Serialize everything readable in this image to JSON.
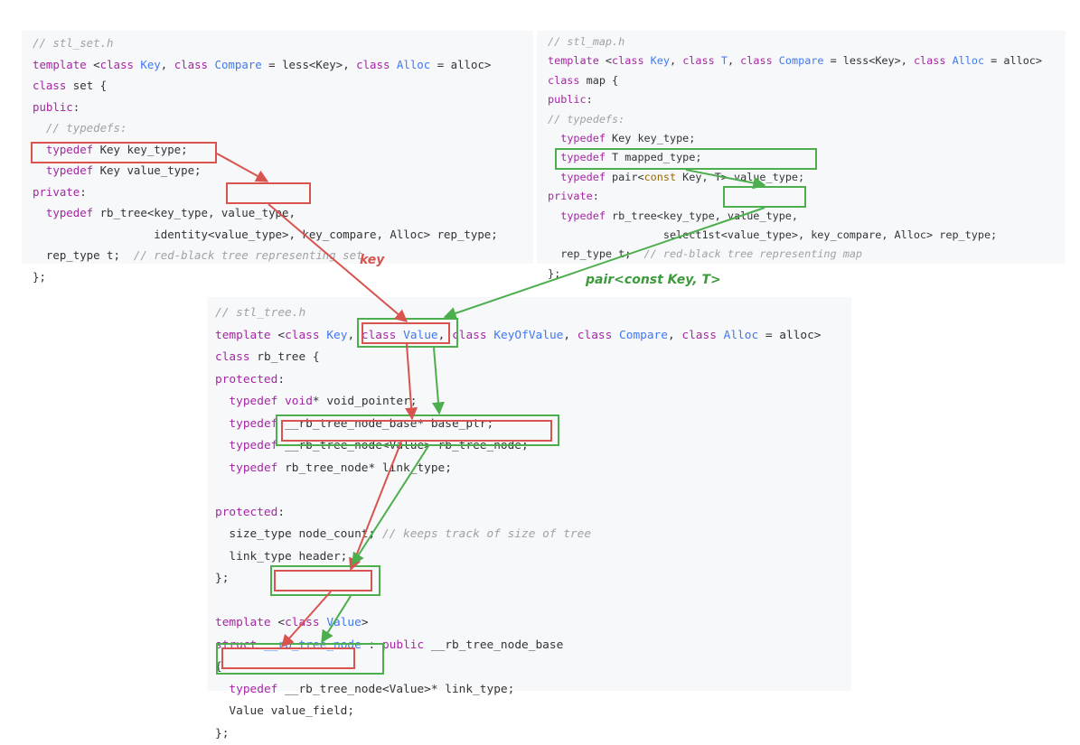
{
  "set_panel": {
    "lines": [
      [
        {
          "t": "// stl_set.h",
          "c": "cm"
        }
      ],
      [
        {
          "t": "template",
          "c": "kw"
        },
        {
          "t": " <"
        },
        {
          "t": "class",
          "c": "kw"
        },
        {
          "t": " "
        },
        {
          "t": "Key",
          "c": "ty"
        },
        {
          "t": ", "
        },
        {
          "t": "class",
          "c": "kw"
        },
        {
          "t": " "
        },
        {
          "t": "Compare",
          "c": "ty"
        },
        {
          "t": " = less<Key>, "
        },
        {
          "t": "class",
          "c": "kw"
        },
        {
          "t": " "
        },
        {
          "t": "Alloc",
          "c": "ty"
        },
        {
          "t": " = alloc>"
        }
      ],
      [
        {
          "t": "class",
          "c": "kw"
        },
        {
          "t": " set {"
        }
      ],
      [
        {
          "t": "public",
          "c": "kw"
        },
        {
          "t": ":"
        }
      ],
      [
        {
          "t": "  // typedefs:",
          "c": "cm"
        }
      ],
      [
        {
          "t": "  "
        },
        {
          "t": "typedef",
          "c": "kw"
        },
        {
          "t": " Key key_type;"
        }
      ],
      [
        {
          "t": "  "
        },
        {
          "t": "typedef",
          "c": "kw"
        },
        {
          "t": " Key value_type;"
        }
      ],
      [
        {
          "t": "private",
          "c": "kw"
        },
        {
          "t": ":"
        }
      ],
      [
        {
          "t": "  "
        },
        {
          "t": "typedef",
          "c": "kw"
        },
        {
          "t": " rb_tree<key_type, value_type,"
        }
      ],
      [
        {
          "t": "                  identity<value_type>, key_compare, Alloc> rep_type;"
        }
      ],
      [
        {
          "t": "  rep_type t;  "
        },
        {
          "t": "// red-black tree representing set",
          "c": "cm"
        }
      ],
      [
        {
          "t": "};"
        }
      ]
    ]
  },
  "map_panel": {
    "lines": [
      [
        {
          "t": "// stl_map.h",
          "c": "cm"
        }
      ],
      [
        {
          "t": "template",
          "c": "kw"
        },
        {
          "t": " <"
        },
        {
          "t": "class",
          "c": "kw"
        },
        {
          "t": " "
        },
        {
          "t": "Key",
          "c": "ty"
        },
        {
          "t": ", "
        },
        {
          "t": "class",
          "c": "kw"
        },
        {
          "t": " "
        },
        {
          "t": "T",
          "c": "ty"
        },
        {
          "t": ", "
        },
        {
          "t": "class",
          "c": "kw"
        },
        {
          "t": " "
        },
        {
          "t": "Compare",
          "c": "ty"
        },
        {
          "t": " = less<Key>, "
        },
        {
          "t": "class",
          "c": "kw"
        },
        {
          "t": " "
        },
        {
          "t": "Alloc",
          "c": "ty"
        },
        {
          "t": " = alloc>"
        }
      ],
      [
        {
          "t": "class",
          "c": "kw"
        },
        {
          "t": " map {"
        }
      ],
      [
        {
          "t": "public",
          "c": "kw"
        },
        {
          "t": ":"
        }
      ],
      [
        {
          "t": "// typedefs:",
          "c": "cm"
        }
      ],
      [
        {
          "t": "  "
        },
        {
          "t": "typedef",
          "c": "kw"
        },
        {
          "t": " Key key_type;"
        }
      ],
      [
        {
          "t": "  "
        },
        {
          "t": "typedef",
          "c": "kw"
        },
        {
          "t": " T mapped_type;"
        }
      ],
      [
        {
          "t": "  "
        },
        {
          "t": "typedef",
          "c": "kw"
        },
        {
          "t": " pair<"
        },
        {
          "t": "const",
          "c": "ty2"
        },
        {
          "t": " Key, T> value_type;"
        }
      ],
      [
        {
          "t": "private",
          "c": "kw"
        },
        {
          "t": ":"
        }
      ],
      [
        {
          "t": "  "
        },
        {
          "t": "typedef",
          "c": "kw"
        },
        {
          "t": " rb_tree<key_type, value_type,"
        }
      ],
      [
        {
          "t": "                  select1st<value_type>, key_compare, Alloc> rep_type;"
        }
      ],
      [
        {
          "t": "  rep_type t;  "
        },
        {
          "t": "// red-black tree representing map",
          "c": "cm"
        }
      ],
      [
        {
          "t": "};"
        }
      ]
    ]
  },
  "tree_panel": {
    "lines": [
      [
        {
          "t": "// stl_tree.h",
          "c": "cm"
        }
      ],
      [
        {
          "t": "template",
          "c": "kw"
        },
        {
          "t": " <"
        },
        {
          "t": "class",
          "c": "kw"
        },
        {
          "t": " "
        },
        {
          "t": "Key",
          "c": "ty"
        },
        {
          "t": ", "
        },
        {
          "t": "class",
          "c": "kw"
        },
        {
          "t": " "
        },
        {
          "t": "Value",
          "c": "ty"
        },
        {
          "t": ", "
        },
        {
          "t": "class",
          "c": "kw"
        },
        {
          "t": " "
        },
        {
          "t": "KeyOfValue",
          "c": "ty"
        },
        {
          "t": ", "
        },
        {
          "t": "class",
          "c": "kw"
        },
        {
          "t": " "
        },
        {
          "t": "Compare",
          "c": "ty"
        },
        {
          "t": ", "
        },
        {
          "t": "class",
          "c": "kw"
        },
        {
          "t": " "
        },
        {
          "t": "Alloc",
          "c": "ty"
        },
        {
          "t": " = alloc>"
        }
      ],
      [
        {
          "t": "class",
          "c": "kw"
        },
        {
          "t": " rb_tree {"
        }
      ],
      [
        {
          "t": "protected",
          "c": "kw"
        },
        {
          "t": ":"
        }
      ],
      [
        {
          "t": "  "
        },
        {
          "t": "typedef",
          "c": "kw"
        },
        {
          "t": " "
        },
        {
          "t": "void",
          "c": "kw"
        },
        {
          "t": "* void_pointer;"
        }
      ],
      [
        {
          "t": "  "
        },
        {
          "t": "typedef",
          "c": "kw"
        },
        {
          "t": " __rb_tree_node_base* base_ptr;"
        }
      ],
      [
        {
          "t": "  "
        },
        {
          "t": "typedef",
          "c": "kw"
        },
        {
          "t": " __rb_tree_node<Value> rb_tree_node;"
        }
      ],
      [
        {
          "t": "  "
        },
        {
          "t": "typedef",
          "c": "kw"
        },
        {
          "t": " rb_tree_node* link_type;"
        }
      ],
      [
        {
          "t": ""
        }
      ],
      [
        {
          "t": "protected",
          "c": "kw"
        },
        {
          "t": ":"
        }
      ],
      [
        {
          "t": "  size_type node_count; "
        },
        {
          "t": "// keeps track of size of tree",
          "c": "cm"
        }
      ],
      [
        {
          "t": "  link_type header;"
        }
      ],
      [
        {
          "t": "};"
        }
      ],
      [
        {
          "t": ""
        }
      ],
      [
        {
          "t": "template",
          "c": "kw"
        },
        {
          "t": " <"
        },
        {
          "t": "class",
          "c": "kw"
        },
        {
          "t": " "
        },
        {
          "t": "Value",
          "c": "ty"
        },
        {
          "t": ">"
        }
      ],
      [
        {
          "t": "struct",
          "c": "kw"
        },
        {
          "t": " "
        },
        {
          "t": "__rb_tree_node",
          "c": "ty"
        },
        {
          "t": " : "
        },
        {
          "t": "public",
          "c": "kw"
        },
        {
          "t": " __rb_tree_node_base"
        }
      ],
      [
        {
          "t": "{"
        }
      ],
      [
        {
          "t": "  "
        },
        {
          "t": "typedef",
          "c": "kw"
        },
        {
          "t": " __rb_tree_node<Value>* link_type;"
        }
      ],
      [
        {
          "t": "  Value value_field;"
        }
      ],
      [
        {
          "t": "};"
        }
      ]
    ]
  },
  "labels": {
    "key": "key",
    "pair": "pair<const Key, T>"
  },
  "colors": {
    "set_path": "#d9534f",
    "map_path": "#4cae4c",
    "panel_bg": "#f6f8fa"
  }
}
